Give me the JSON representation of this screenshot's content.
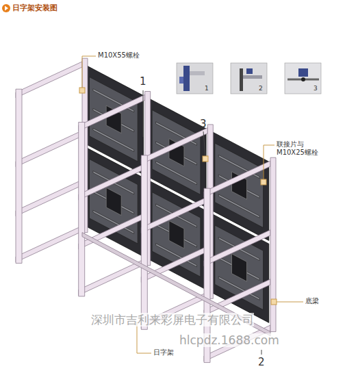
{
  "diagram": {
    "title": "日字架安装图",
    "labels": [
      "M10X55螺栓",
      "1",
      "3",
      "1",
      "2",
      "3",
      "联接片与M10X25螺栓",
      "底梁",
      "日字架",
      "2",
      "深圳市吉利来彩屏电子有限公司",
      "hlcpdz.1688.com"
    ]
  }
}
